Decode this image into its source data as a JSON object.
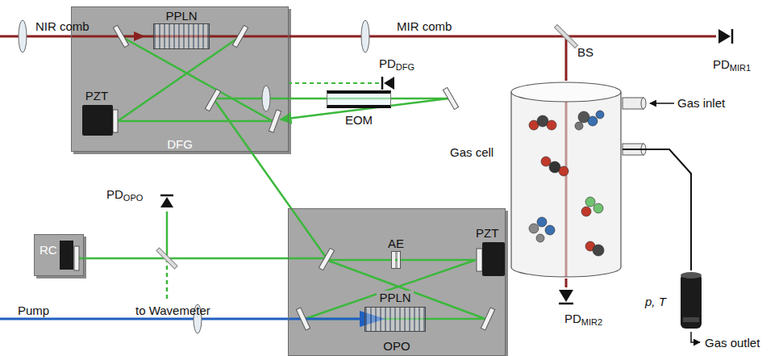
{
  "diagram": {
    "nodes": [
      {
        "text": [
          "DFG"
        ]
      },
      {
        "text": [
          "PPLN"
        ],
        "in": 0
      },
      {
        "text": [
          "PZT"
        ],
        "in": 0
      },
      {
        "text": [
          "OPO"
        ]
      },
      {
        "text": [
          "PPLN"
        ],
        "in": 3
      },
      {
        "text": [
          "PZT"
        ],
        "in": 3
      },
      {
        "text": [
          "AE"
        ],
        "in": 3
      },
      {
        "text": [
          "RC"
        ]
      },
      {
        "text": [
          "EOM"
        ]
      },
      {
        "text": [
          "Gas cell"
        ]
      },
      {
        "text": [
          "p, T"
        ]
      },
      {
        "text": [
          "PD",
          "MIR1"
        ]
      },
      {
        "text": [
          "PD",
          "MIR2"
        ]
      },
      {
        "text": [
          "PD",
          "DFG"
        ]
      },
      {
        "text": [
          "PD",
          "OPO"
        ]
      }
    ],
    "edges": [
      {
        "from": 9,
        "to": 12,
        "arrow": "none"
      },
      {
        "from": 9,
        "to": 10,
        "arrow": "none"
      },
      {
        "from": 13,
        "to": 0,
        "arrow": "none"
      }
    ],
    "labels": [
      "NIR comb",
      "MIR comb",
      "BS",
      "Gas inlet",
      "to Wavemeter",
      "Pump",
      "Gas outlet"
    ]
  }
}
